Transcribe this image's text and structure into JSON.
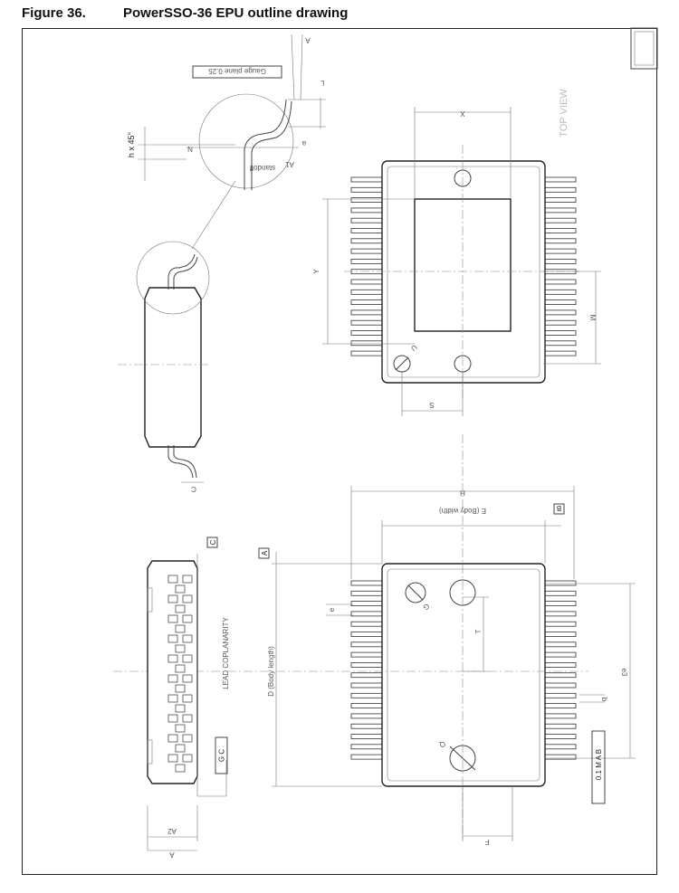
{
  "figure": {
    "number": "Figure 36.",
    "title": "PowerSSO-36 EPU outline drawing"
  },
  "views": {
    "top_view": "TOP VIEW"
  },
  "labels": {
    "gauge_plane": "Gauge plane 0.25",
    "chamfer": "h x 45°",
    "standoff": "standoff",
    "body_width": "E  (Body width)",
    "body_length": "D  (Body length)",
    "lead_coplanarity": "LEAD COPLANARITY",
    "tolerance": "0.1 M A B",
    "datum_a": "A",
    "datum_b": "B",
    "datum_c": "C",
    "coplanarity_box": "G C"
  },
  "dims": {
    "x": "X",
    "y": "Y",
    "m": "M",
    "s": "S",
    "u": "U",
    "h": "H",
    "e": "e",
    "t": "T",
    "e3": "e3",
    "b": "b",
    "f": "F",
    "a2": "A2",
    "a": "A",
    "c": "C",
    "l": "L",
    "n": "N",
    "a1": "A1",
    "k": "a",
    "g": "G",
    "q": "Q"
  }
}
